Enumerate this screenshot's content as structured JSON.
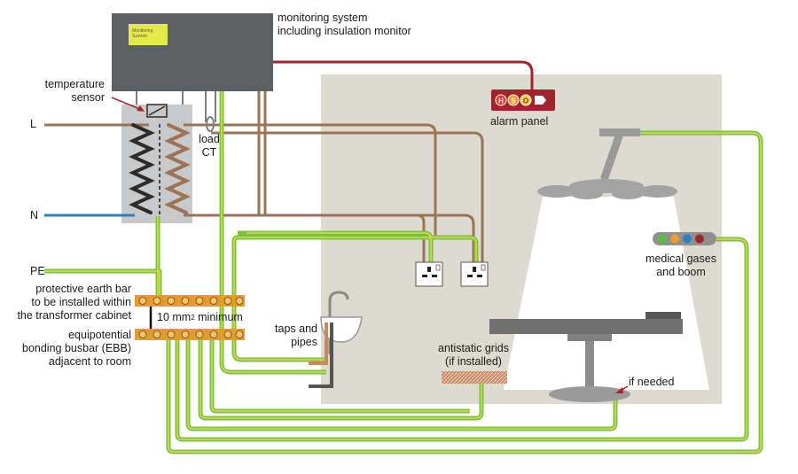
{
  "labels": {
    "monitoring_system": [
      "monitoring system",
      "including insulation monitor"
    ],
    "monitor_screen": [
      "Monitoring",
      "System"
    ],
    "temperature_sensor": [
      "temperature",
      "sensor"
    ],
    "load_ct": [
      "load",
      "CT"
    ],
    "line_L": "L",
    "neutral_N": "N",
    "pe": "PE",
    "protective_earth_bar": [
      "protective earth bar",
      "to be installed within",
      "the transformer cabinet"
    ],
    "min_size": "10 mm",
    "min_size_sup": "2",
    "min_size_word": " minimum",
    "ebb": [
      "equipotential",
      "bonding busbar (EBB)",
      "adjacent to room"
    ],
    "alarm_panel": "alarm panel",
    "alarm_lamps": [
      "H",
      "S",
      "O"
    ],
    "taps_and_pipes": [
      "taps and",
      "pipes"
    ],
    "antistatic_grids": [
      "antistatic grids",
      "(if installed)"
    ],
    "if_needed": "if needed",
    "medical_gases": [
      "medical gases",
      "and boom"
    ]
  },
  "colors": {
    "line_brown": "#9c7455",
    "neutral_blue": "#2d7fc3",
    "earth_green": "#7dc142",
    "earth_yellow": "#e8e44c",
    "alarm_red": "#a1232b",
    "room_bg": "#dddbd0",
    "cabinet_grey": "#5d6063",
    "busbar_orange": "#e39b2a",
    "screen_yellow": "#e4ea4b"
  }
}
